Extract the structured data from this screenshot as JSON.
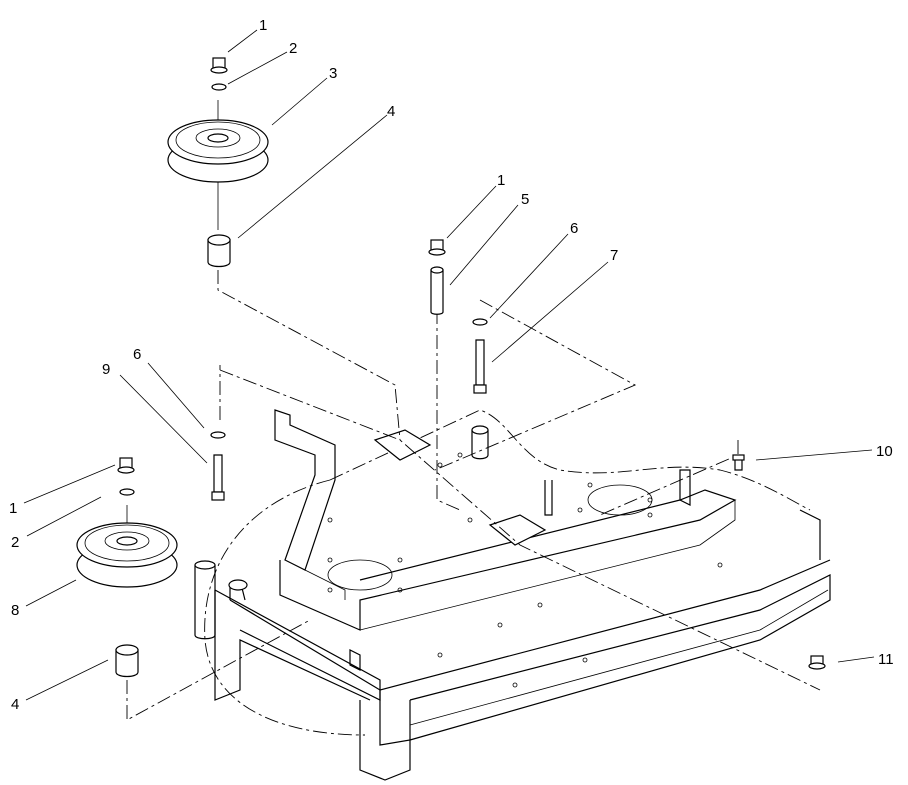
{
  "callouts": [
    {
      "id": "c1a",
      "label": "1"
    },
    {
      "id": "c2a",
      "label": "2"
    },
    {
      "id": "c3",
      "label": "3"
    },
    {
      "id": "c4a",
      "label": "4"
    },
    {
      "id": "c1b",
      "label": "1"
    },
    {
      "id": "c5",
      "label": "5"
    },
    {
      "id": "c6a",
      "label": "6"
    },
    {
      "id": "c7",
      "label": "7"
    },
    {
      "id": "c6b",
      "label": "6"
    },
    {
      "id": "c9",
      "label": "9"
    },
    {
      "id": "c10",
      "label": "10"
    },
    {
      "id": "c1c",
      "label": "1"
    },
    {
      "id": "c2b",
      "label": "2"
    },
    {
      "id": "c8",
      "label": "8"
    },
    {
      "id": "c11",
      "label": "11"
    },
    {
      "id": "c4b",
      "label": "4"
    }
  ]
}
